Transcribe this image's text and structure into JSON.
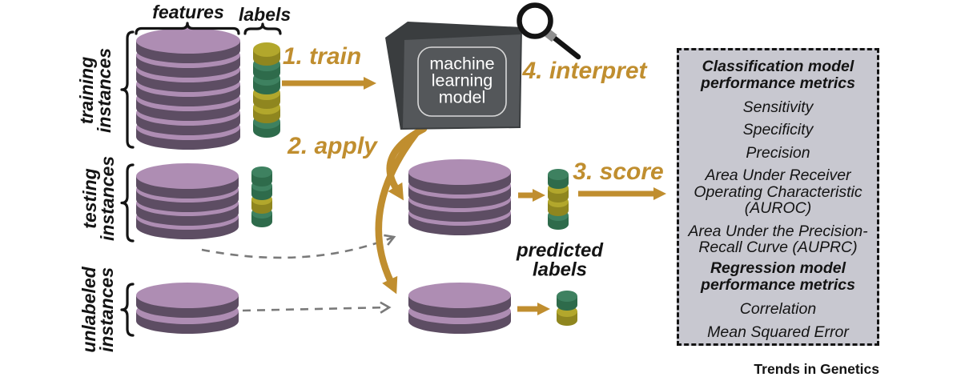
{
  "figure": {
    "header_labels": {
      "features": "features",
      "labels": "labels"
    },
    "row_labels": [
      {
        "line1": "training",
        "line2": "instances"
      },
      {
        "line1": "testing",
        "line2": "instances"
      },
      {
        "line1": "unlabeled",
        "line2": "instances"
      }
    ],
    "steps": {
      "train": "1. train",
      "apply": "2. apply",
      "score": "3. score",
      "interpret": "4. interpret"
    },
    "model_box": {
      "line1": "machine",
      "line2": "learning",
      "line3": "model"
    },
    "predicted_caption": {
      "line1": "predicted",
      "line2": "labels"
    },
    "footer": "Trends in Genetics"
  },
  "metrics_box": {
    "classification_title": "Classification model performance metrics",
    "classification_items": [
      "Sensitivity",
      "Specificity",
      "Precision",
      "Area Under Receiver Operating Characteristic (AUROC)",
      "Area Under the Precision-Recall Curve (AUPRC)"
    ],
    "regression_title": "Regression model performance metrics",
    "regression_items": [
      "Correlation",
      "Mean Squared Error"
    ]
  },
  "stacks": [
    {
      "name": "training-features",
      "disks": 7
    },
    {
      "name": "testing-features",
      "disks": 4
    },
    {
      "name": "unlabeled-features",
      "disks": 2
    },
    {
      "name": "applied-testing",
      "disks": 4
    },
    {
      "name": "applied-unlabeled",
      "disks": 2
    }
  ],
  "label_columns": [
    {
      "name": "training-labels",
      "sequence": [
        "yellow",
        "green",
        "green",
        "yellow",
        "yellow",
        "green"
      ]
    },
    {
      "name": "testing-labels",
      "sequence": [
        "green",
        "green",
        "yellow",
        "green"
      ]
    },
    {
      "name": "predicted-testing-labels",
      "sequence": [
        "green",
        "yellow",
        "yellow",
        "green"
      ]
    },
    {
      "name": "predicted-unlabeled-labels",
      "sequence": [
        "green",
        "yellow"
      ]
    }
  ],
  "icons": {
    "interpret": "magnifying-glass-icon"
  },
  "colors": {
    "gold": "#C08E2F",
    "disk_top": "#AE8DB3",
    "disk_side": "#5D4D63",
    "green_top": "#3E8160",
    "green_side": "#2E6B4B",
    "yellow_top": "#B2A72C",
    "yellow_side": "#8F861F",
    "model_front": "#54575A",
    "model_bevel": "#3A3D3F",
    "model_outline": "#D9D9D9",
    "metrics_bg": "#C8C8D0",
    "dash_gray": "#7A7A7A",
    "magnifier_nub": "#8F8F8F",
    "ink": "#141414"
  }
}
